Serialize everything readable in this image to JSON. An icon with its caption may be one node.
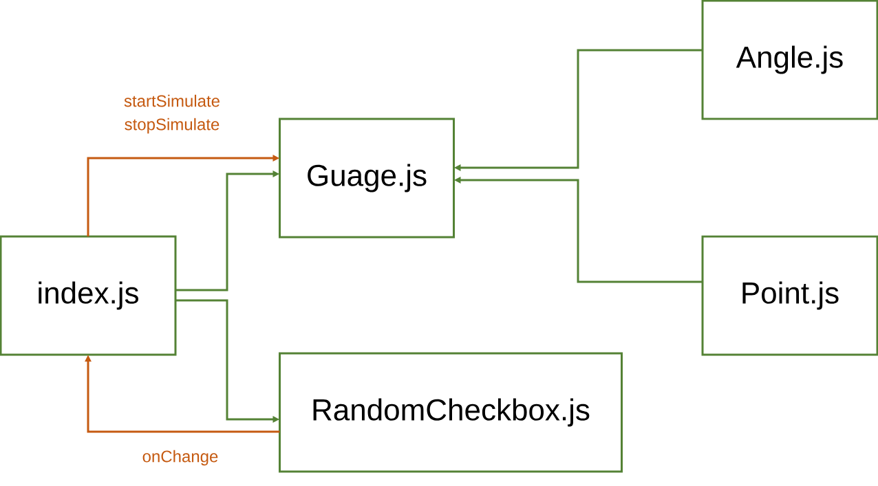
{
  "diagram": {
    "nodes": [
      {
        "text": [
          "index.js"
        ]
      },
      {
        "text": [
          "Guage.js"
        ]
      },
      {
        "text": [
          "RandomCheckbox.js"
        ]
      },
      {
        "text": [
          "Angle.js"
        ]
      },
      {
        "text": [
          "Point.js"
        ]
      }
    ],
    "edges": [
      {
        "from": 0,
        "to": 1,
        "arrow": "to",
        "label": "startSimulate stopSimulate",
        "color": "#c55a11"
      },
      {
        "from": 0,
        "to": 1,
        "arrow": "to"
      },
      {
        "from": 0,
        "to": 2,
        "arrow": "to"
      },
      {
        "from": 2,
        "to": 0,
        "arrow": "to",
        "label": "onChange",
        "color": "#c55a11"
      },
      {
        "from": 3,
        "to": 1,
        "arrow": "to"
      },
      {
        "from": 4,
        "to": 1,
        "arrow": "to"
      }
    ]
  }
}
